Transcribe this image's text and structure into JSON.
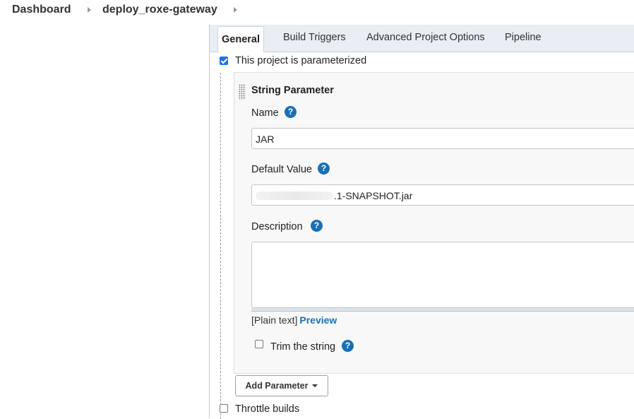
{
  "breadcrumb": {
    "items": [
      "Dashboard",
      "deploy_roxe-gateway"
    ]
  },
  "tabs": [
    "General",
    "Build Triggers",
    "Advanced Project Options",
    "Pipeline"
  ],
  "general": {
    "parameterized_label": "This project is parameterized",
    "parameterized_checked": true,
    "throttle_label": "Throttle builds",
    "throttle_checked": false
  },
  "string_parameter": {
    "title": "String Parameter",
    "name_label": "Name",
    "name_value": "JAR",
    "default_label": "Default Value",
    "default_value_visible": ".1-SNAPSHOT.jar",
    "description_label": "Description",
    "description_value": "",
    "plain_text": "[Plain text]",
    "preview_link": "Preview",
    "trim_label": "Trim the string",
    "trim_checked": false,
    "help_glyph": "?"
  },
  "add_parameter_label": "Add Parameter",
  "colors": {
    "accent": "#1a6fb5",
    "tabbar": "#e8eef3",
    "checkbox": "#1a73e8"
  }
}
